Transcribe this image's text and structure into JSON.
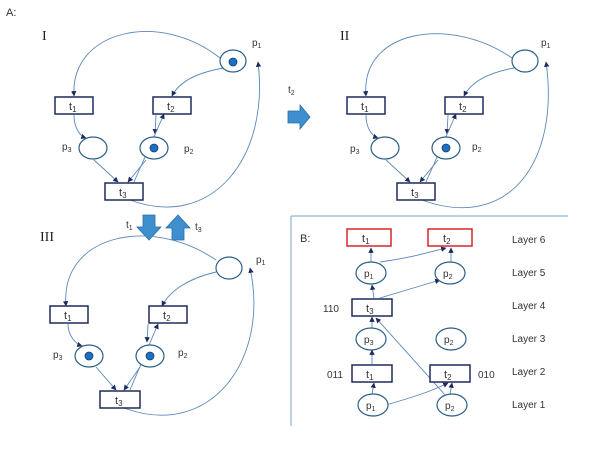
{
  "panel_a_label": "A:",
  "panel_b_label": "B:",
  "states": {
    "I": {
      "label": "I",
      "p1": "p",
      "p1_sub": "1",
      "p2": "p",
      "p2_sub": "2",
      "p3": "p",
      "p3_sub": "3",
      "t1": "t",
      "t1_sub": "1",
      "t2": "t",
      "t2_sub": "2",
      "t3": "t",
      "t3_sub": "3"
    },
    "II": {
      "label": "II",
      "p1": "p",
      "p1_sub": "1",
      "p2": "p",
      "p2_sub": "2",
      "p3": "p",
      "p3_sub": "3",
      "t1": "t",
      "t1_sub": "1",
      "t2": "t",
      "t2_sub": "2",
      "t3": "t",
      "t3_sub": "3"
    },
    "III": {
      "label": "III",
      "p1": "p",
      "p1_sub": "1",
      "p2": "p",
      "p2_sub": "2",
      "p3": "p",
      "p3_sub": "3",
      "t1": "t",
      "t1_sub": "1",
      "t2": "t",
      "t2_sub": "2",
      "t3": "t",
      "t3_sub": "3"
    }
  },
  "arrows": {
    "right": {
      "text": "t",
      "sub": "2"
    },
    "down": {
      "text": "t",
      "sub": "1"
    },
    "up": {
      "text": "t",
      "sub": "3"
    }
  },
  "panel_b": {
    "layers": [
      "Layer 6",
      "Layer 5",
      "Layer 4",
      "Layer 3",
      "Layer 2",
      "Layer 1"
    ],
    "codes": {
      "t3": "110",
      "t1": "011",
      "t2": "010"
    },
    "node_text": "t",
    "place_text": "p",
    "subs": {
      "one": "1",
      "two": "2",
      "three": "3"
    }
  },
  "colors": {
    "token": "#1f6fc0",
    "arc": "#5b88b8",
    "transition_border": "#1f2a5c",
    "highlight_border": "#d6272a",
    "arrow_fill": "#3d8fd0"
  }
}
